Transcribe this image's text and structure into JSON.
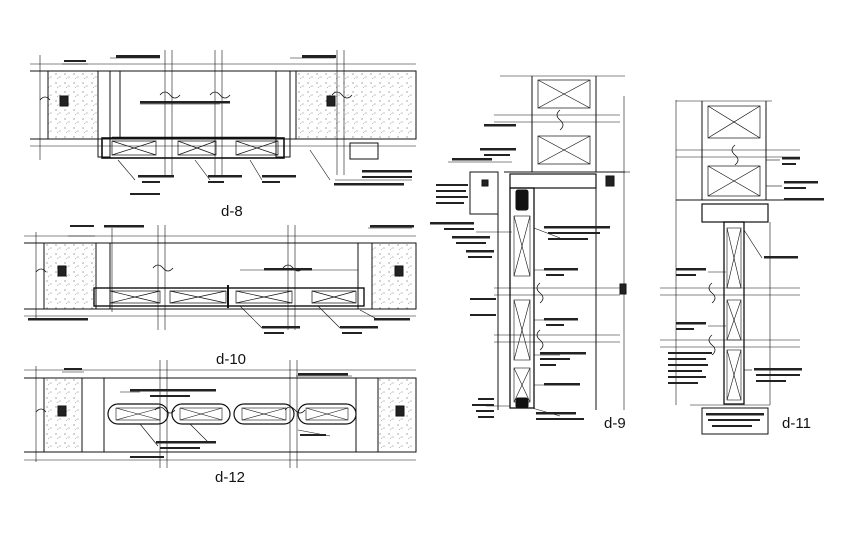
{
  "sheet": {
    "background": "#ffffff",
    "line_color": "#111111",
    "hatch_color": "#555555"
  },
  "details": [
    {
      "id": "d8",
      "label": "d-8"
    },
    {
      "id": "d10",
      "label": "d-10"
    },
    {
      "id": "d12",
      "label": "d-12"
    },
    {
      "id": "d9",
      "label": "d-9"
    },
    {
      "id": "d11",
      "label": "d-11"
    }
  ]
}
